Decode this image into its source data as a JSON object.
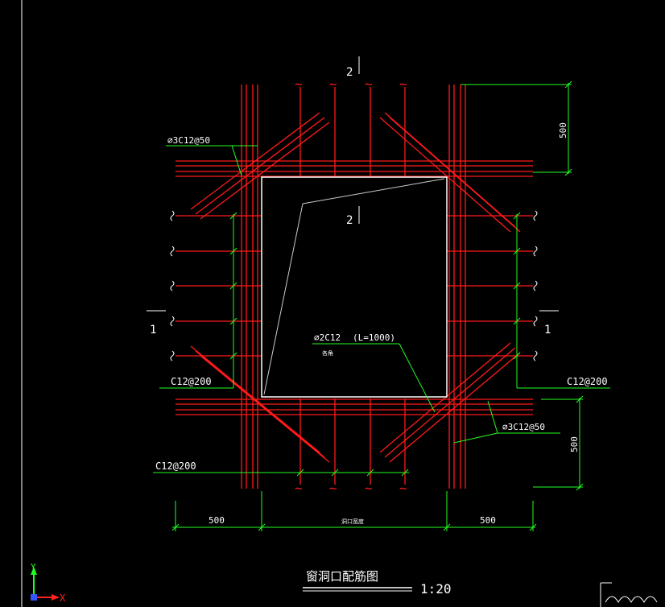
{
  "colors": {
    "background": "#000000",
    "rebar": "#ff1a1a",
    "dimension": "#22ff22",
    "outline": "#ffffff",
    "text": "#ffffff",
    "axis_y": "#22ff22",
    "axis_x": "#ff2222",
    "axis_origin": "#3355ff"
  },
  "drawing": {
    "title": "窗洞口配筋图",
    "scale": "1:20"
  },
  "sections": {
    "top": "2",
    "inner": "2",
    "left": "1",
    "right": "1"
  },
  "labels": {
    "diag_top_left": "⌀3C12@50",
    "diag_bottom_right": "⌀3C12@50",
    "left_side": "C12@200",
    "right_side": "C12@200",
    "bottom": "C12@200",
    "corner_bar": "⌀2C12",
    "corner_bar_length": "(L=1000)",
    "corner_bar_note": "各角"
  },
  "dimensions": {
    "left": "500",
    "center": "洞口宽度",
    "right": "500",
    "top_right_vertical": "500",
    "bottom_right_vertical": "500"
  },
  "ucs": {
    "x": "X",
    "y": "Y"
  }
}
